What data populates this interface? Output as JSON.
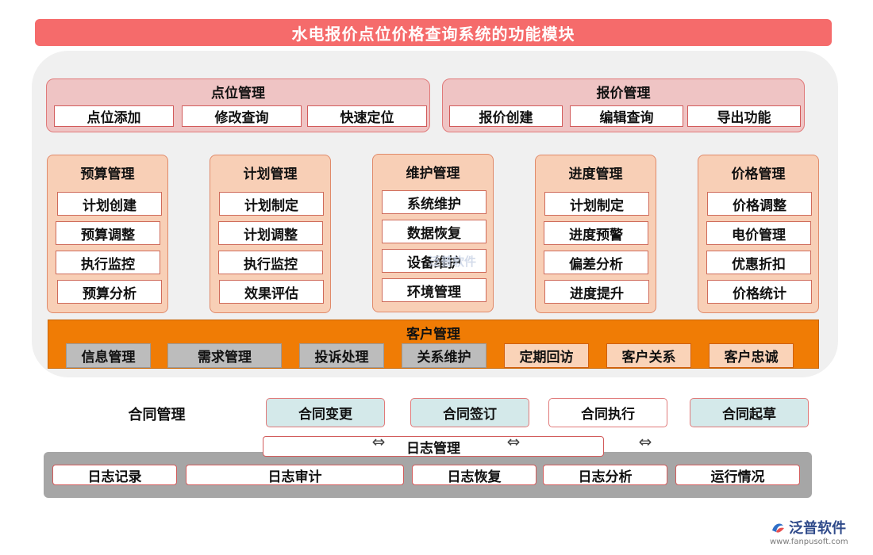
{
  "title": "水电报价点位价格查询系统的功能模块",
  "point_mgmt": {
    "title": "点位管理",
    "items": [
      "点位添加",
      "修改查询",
      "快速定位"
    ]
  },
  "quote_mgmt": {
    "title": "报价管理",
    "items": [
      "报价创建",
      "编辑查询",
      "导出功能"
    ]
  },
  "columns": [
    {
      "title": "预算管理",
      "items": [
        "计划创建",
        "预算调整",
        "执行监控",
        "预算分析"
      ]
    },
    {
      "title": "计划管理",
      "items": [
        "计划制定",
        "计划调整",
        "执行监控",
        "效果评估"
      ]
    },
    {
      "title": "维护管理",
      "items": [
        "系统维护",
        "数据恢复",
        "设备维护",
        "环境管理"
      ]
    },
    {
      "title": "进度管理",
      "items": [
        "计划制定",
        "进度预警",
        "偏差分析",
        "进度提升"
      ]
    },
    {
      "title": "价格管理",
      "items": [
        "价格调整",
        "电价管理",
        "优惠折扣",
        "价格统计"
      ]
    }
  ],
  "customer_mgmt": {
    "title": "客户管理",
    "items": [
      "信息管理",
      "需求管理",
      "投诉处理",
      "关系维护",
      "定期回访",
      "客户关系",
      "客户忠诚"
    ]
  },
  "contract_mgmt": {
    "title": "合同管理",
    "items": [
      "合同变更",
      "合同签订",
      "合同执行",
      "合同起草"
    ]
  },
  "log_mgmt": {
    "title": "日志管理",
    "items": [
      "日志记录",
      "日志审计",
      "日志恢复",
      "日志分析",
      "运行情况"
    ]
  },
  "arrow_glyph": "⇔",
  "watermark": "泛普软件",
  "brand": {
    "name": "泛普软件",
    "url": "www.fanpusoft.com"
  }
}
